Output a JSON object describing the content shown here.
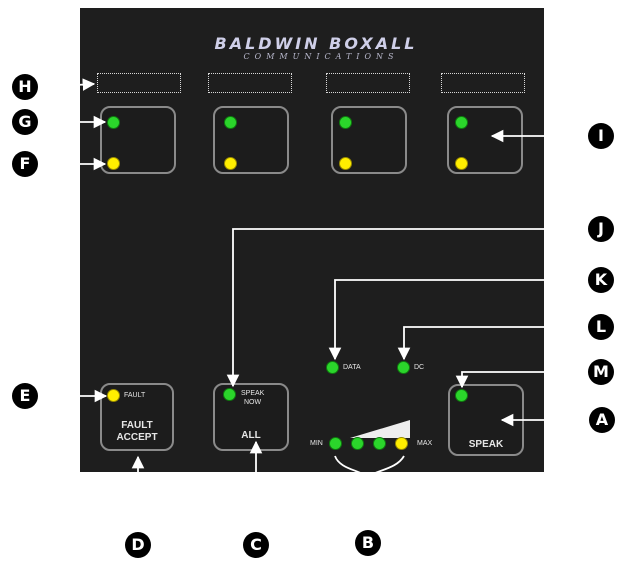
{
  "brand": {
    "name": "BALDWIN BOXALL",
    "sub": "COMMUNICATIONS"
  },
  "buttons": {
    "fault": {
      "led": "FAULT",
      "caption_line1": "FAULT",
      "caption_line2": "ACCEPT"
    },
    "all": {
      "led_line1": "SPEAK",
      "led_line2": "NOW",
      "caption": "ALL"
    },
    "speak": {
      "caption": "SPEAK"
    }
  },
  "indicators": {
    "data": "DATA",
    "dc": "DC",
    "min": "MIN",
    "max": "MAX"
  },
  "callouts": {
    "A": "A",
    "B": "B",
    "C": "C",
    "D": "D",
    "E": "E",
    "F": "F",
    "G": "G",
    "H": "H",
    "I": "I",
    "J": "J",
    "K": "K",
    "L": "L",
    "M": "M"
  },
  "colors": {
    "panel": "#1e1e1e",
    "led_green": "#2bd52b",
    "led_yellow": "#ffee00",
    "callout": "#000000"
  }
}
